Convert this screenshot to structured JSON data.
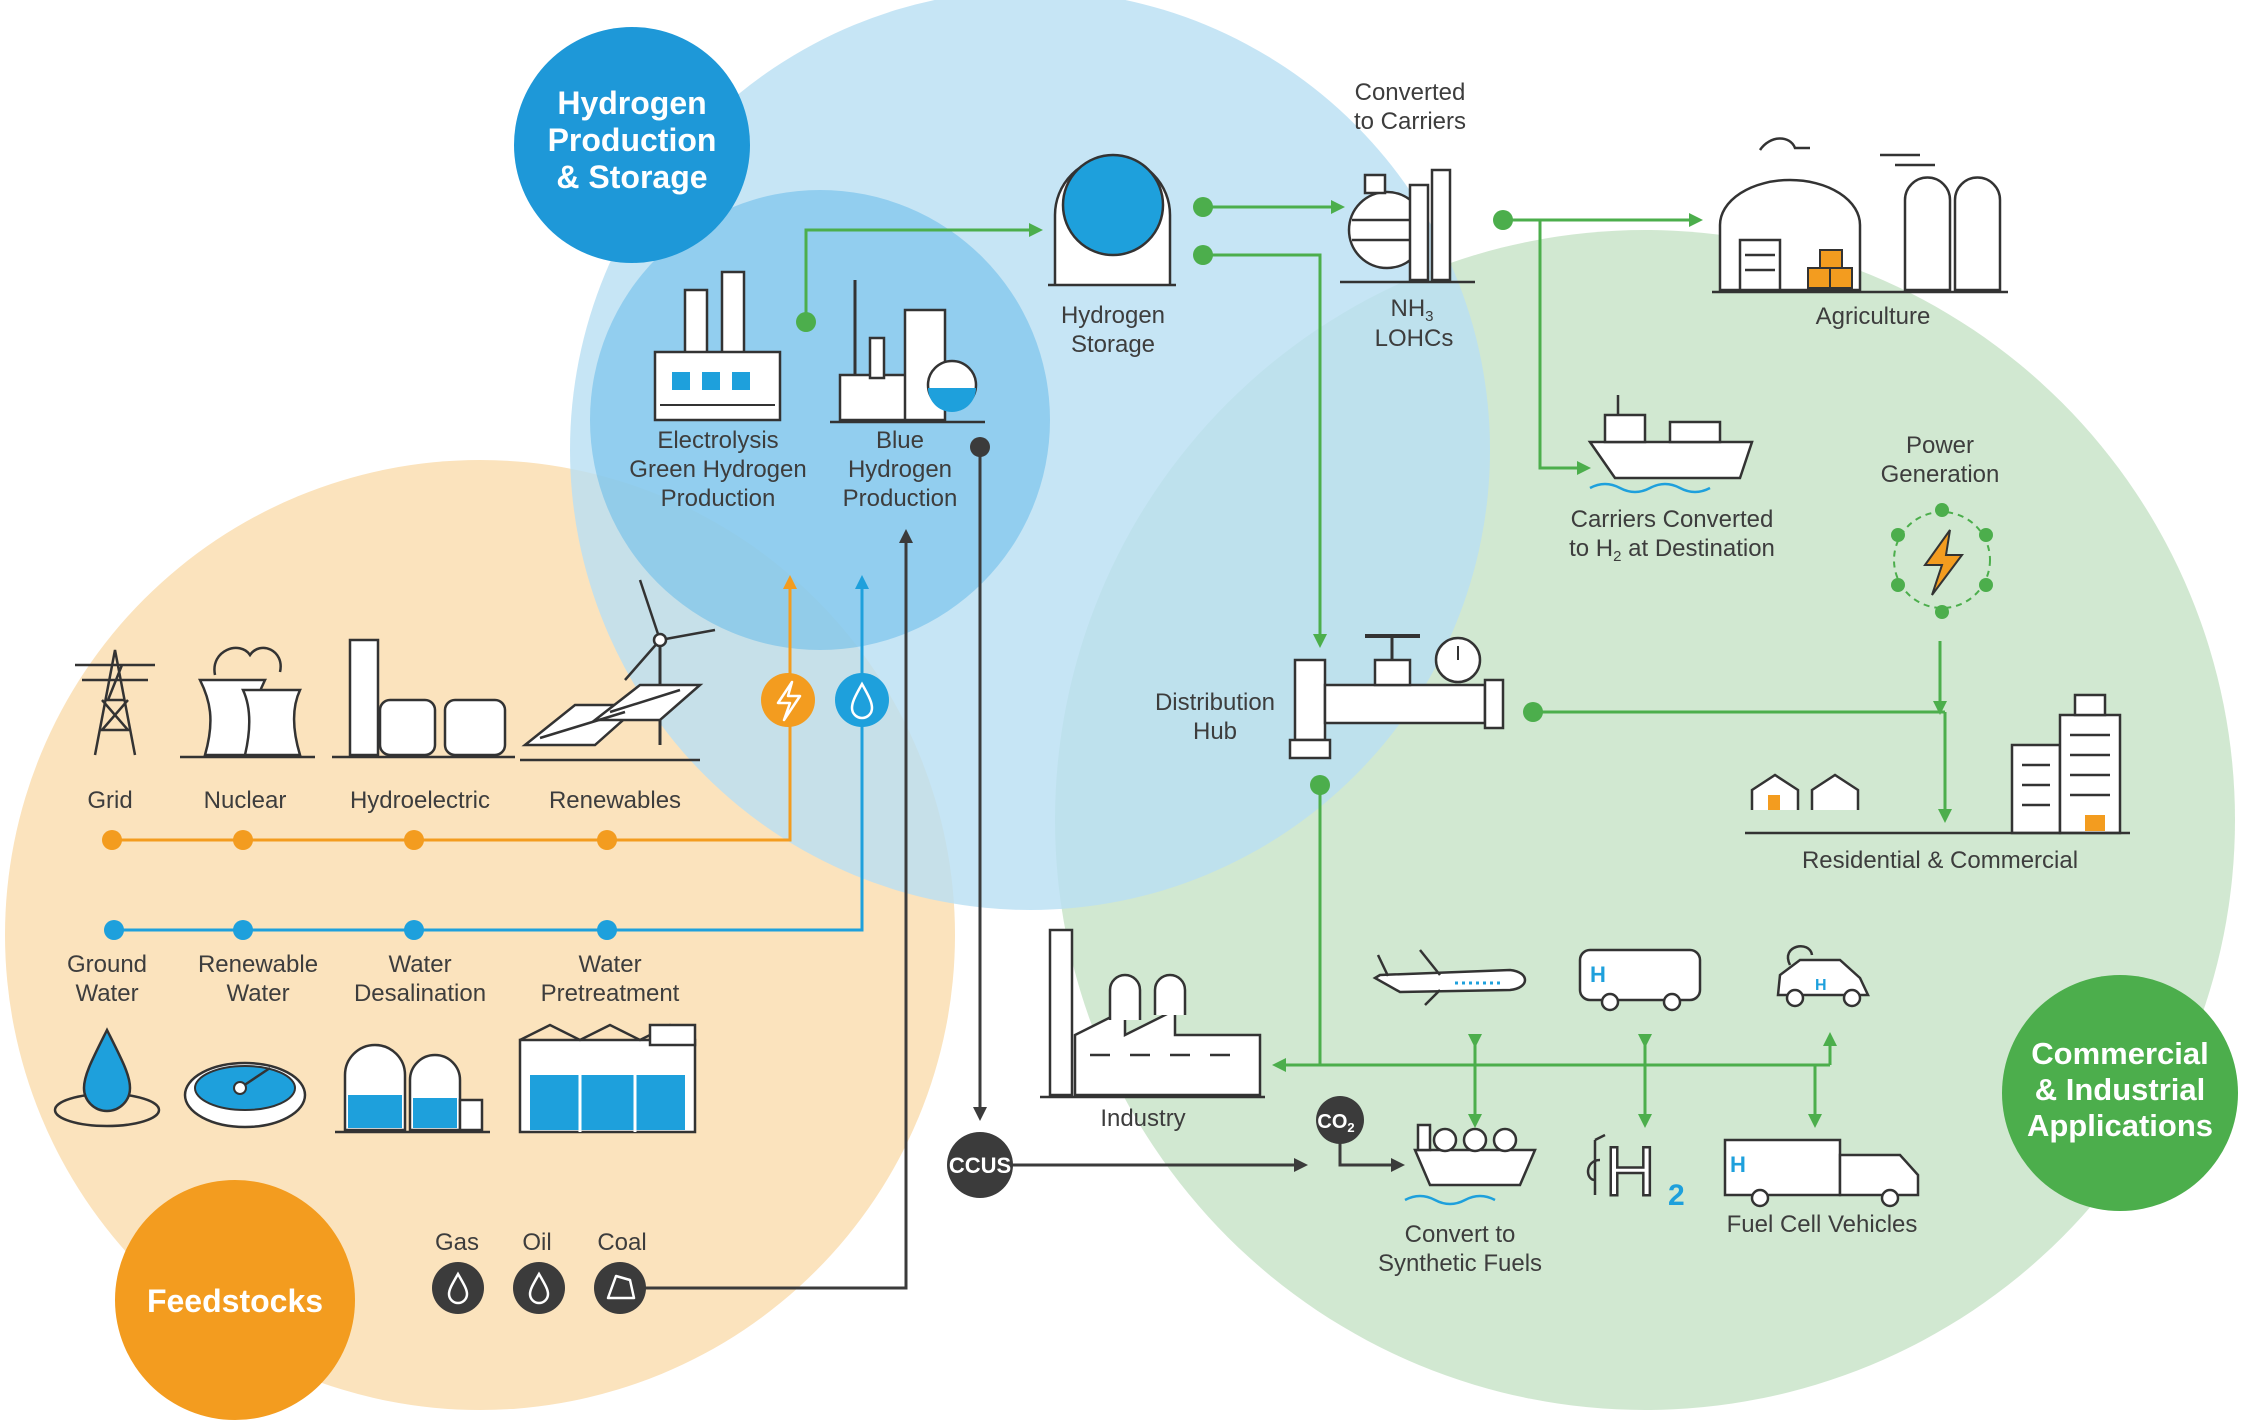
{
  "sections": {
    "hydrogen_production": {
      "line1": "Hydrogen",
      "line2": "Production",
      "line3": "& Storage"
    },
    "feedstocks": "Feedstocks",
    "commercial": {
      "line1": "Commercial",
      "line2": "& Industrial",
      "line3": "Applications"
    }
  },
  "production": {
    "electrolysis": {
      "line1": "Electrolysis",
      "line2": "Green Hydrogen",
      "line3": "Production"
    },
    "blue": {
      "line1": "Blue",
      "line2": "Hydrogen",
      "line3": "Production"
    },
    "storage": {
      "line1": "Hydrogen",
      "line2": "Storage"
    },
    "converted": {
      "line1": "Converted",
      "line2": "to Carriers"
    },
    "nh3": {
      "main": "NH",
      "sub": "3"
    },
    "lohcs": "LOHCs"
  },
  "power_sources": [
    "Grid",
    "Nuclear",
    "Hydroelectric",
    "Renewables"
  ],
  "water_sources": [
    {
      "line1": "Ground",
      "line2": "Water"
    },
    {
      "line1": "Renewable",
      "line2": "Water"
    },
    {
      "line1": "Water",
      "line2": "Desalination"
    },
    {
      "line1": "Water",
      "line2": "Pretreatment"
    }
  ],
  "fossil": [
    "Gas",
    "Oil",
    "Coal"
  ],
  "ccus": "CCUS",
  "co2": {
    "main": "CO",
    "sub": "2"
  },
  "applications": {
    "agriculture": "Agriculture",
    "carriers_dest": {
      "line1": "Carriers Converted",
      "line2_pre": "to H",
      "line2_sub": "2",
      "line2_post": " at Destination"
    },
    "power_generation": {
      "line1": "Power",
      "line2": "Generation"
    },
    "distribution": {
      "line1": "Distribution",
      "line2": "Hub"
    },
    "residential": "Residential & Commercial",
    "industry": "Industry",
    "synthetic": {
      "line1": "Convert to",
      "line2": "Synthetic Fuels"
    },
    "fuel_cell": "Fuel Cell Vehicles",
    "h2_station": {
      "main": "H",
      "sub": "2"
    },
    "h2_tag": "H"
  },
  "colors": {
    "feedstock_fill": "#fbe3bd",
    "hydrogen_light": "#b9dff3",
    "hydrogen_mid": "#67bce9",
    "commercial_fill": "#cde6cd",
    "orange": "#f39c1f",
    "blue": "#1ea0dc",
    "green": "#4cae4c",
    "dark": "#3b3b3b"
  },
  "icons": [
    "transmission-tower-icon",
    "cooling-tower-icon",
    "dam-icon",
    "wind-solar-icon",
    "water-drop-icon",
    "water-tank-icon",
    "desalination-icon",
    "pretreatment-icon",
    "electrolysis-plant-icon",
    "blue-hydrogen-plant-icon",
    "storage-sphere-icon",
    "ammonia-plant-icon",
    "barn-silo-icon",
    "ship-icon",
    "power-network-icon",
    "valve-hub-icon",
    "buildings-icon",
    "factory-icon",
    "airplane-icon",
    "bus-icon",
    "car-icon",
    "tanker-ship-icon",
    "fuel-station-icon",
    "truck-icon",
    "lightning-icon",
    "drop-icon"
  ]
}
